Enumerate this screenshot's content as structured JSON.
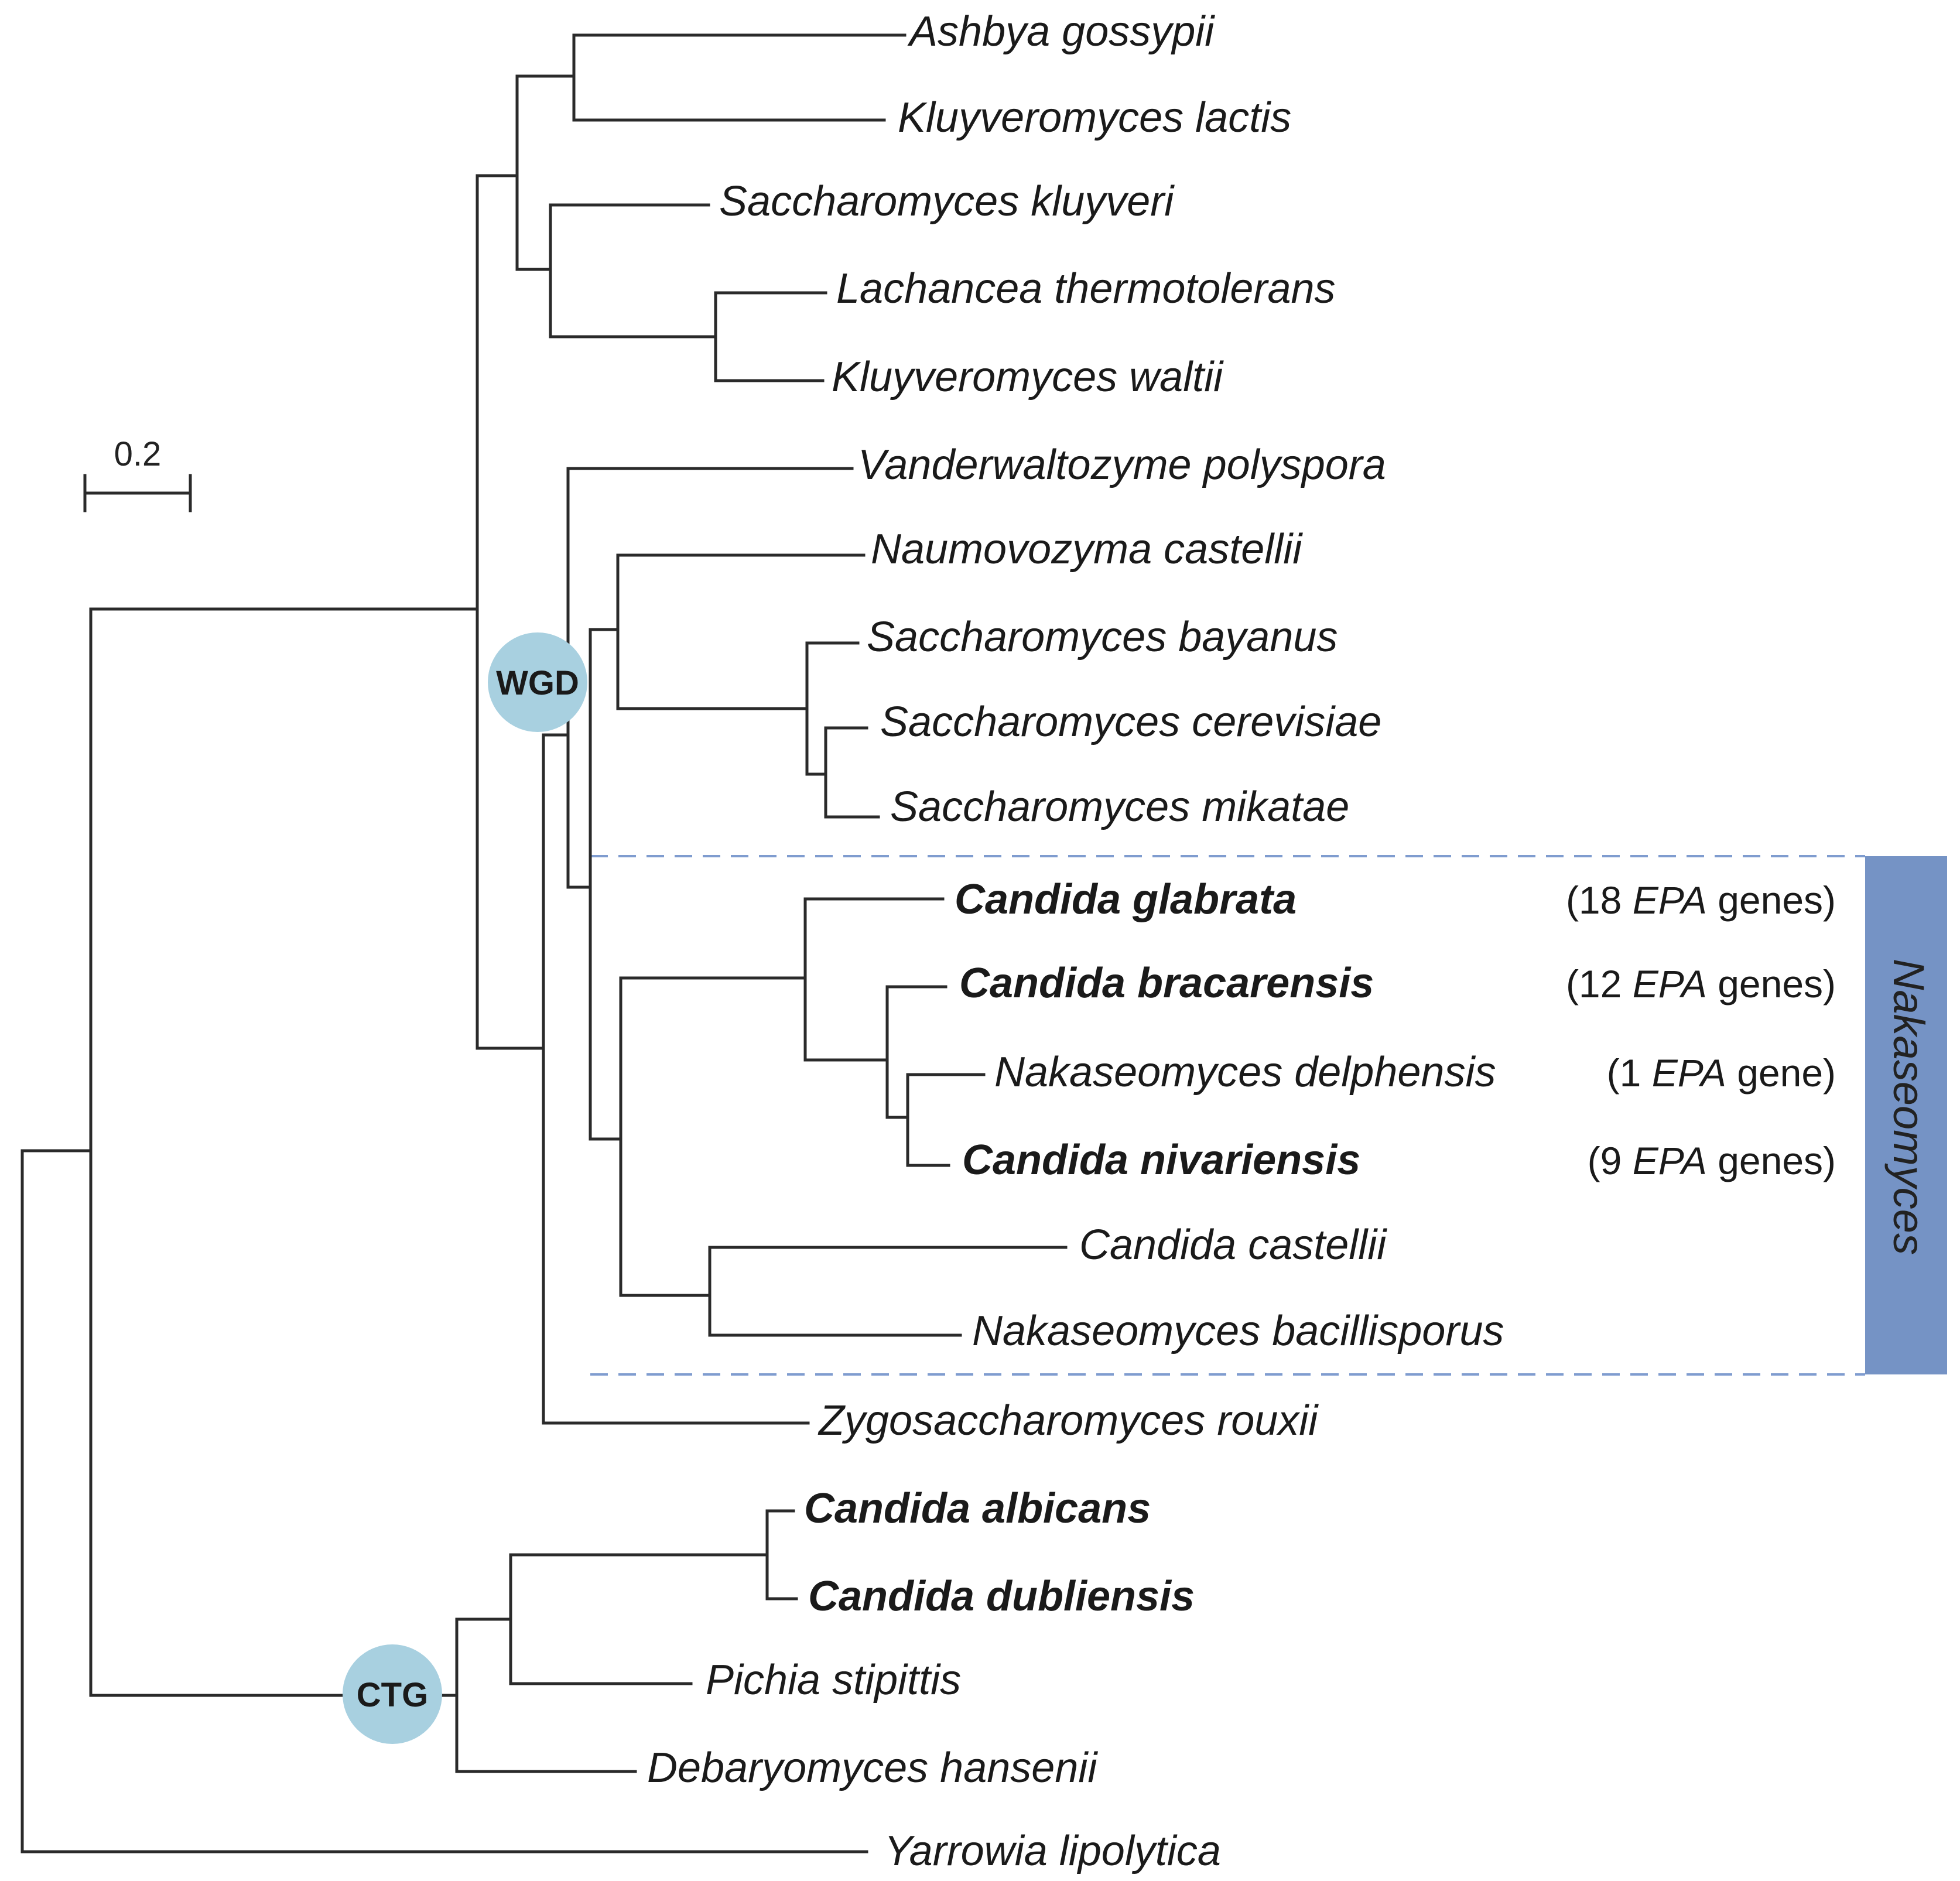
{
  "scale_bar": {
    "label": "0.2"
  },
  "nodes": {
    "wgd": {
      "label": "WGD",
      "color": "#a8d0e0"
    },
    "ctg": {
      "label": "CTG",
      "color": "#a8d0e0"
    }
  },
  "clade": {
    "label": "Nakaseomyces",
    "bar_color": "#7593c5",
    "dash_color": "#7f9ccf"
  },
  "taxa": [
    {
      "id": "ashbya-gossypii",
      "name": "Ashbya gossypii",
      "bold": false
    },
    {
      "id": "kluyveromyces-lactis",
      "name": "Kluyveromyces lactis",
      "bold": false
    },
    {
      "id": "saccharomyces-kluyveri",
      "name": "Saccharomyces kluyveri",
      "bold": false
    },
    {
      "id": "lachancea-thermotolerans",
      "name": "Lachancea thermotolerans",
      "bold": false
    },
    {
      "id": "kluyveromyces-waltii",
      "name": "Kluyveromyces waltii",
      "bold": false
    },
    {
      "id": "vanderwaltozyme-polyspora",
      "name": "Vanderwaltozyme polyspora",
      "bold": false
    },
    {
      "id": "naumovozyma-castellii",
      "name": "Naumovozyma castellii",
      "bold": false
    },
    {
      "id": "saccharomyces-bayanus",
      "name": "Saccharomyces bayanus",
      "bold": false
    },
    {
      "id": "saccharomyces-cerevisiae",
      "name": "Saccharomyces cerevisiae",
      "bold": false
    },
    {
      "id": "saccharomyces-mikatae",
      "name": "Saccharomyces mikatae",
      "bold": false
    },
    {
      "id": "candida-glabrata",
      "name": "Candida glabrata",
      "bold": true,
      "epa": {
        "pre": "(18 ",
        "italic": "EPA",
        "post": " genes)"
      }
    },
    {
      "id": "candida-bracarensis",
      "name": "Candida bracarensis",
      "bold": true,
      "epa": {
        "pre": "(12 ",
        "italic": "EPA",
        "post": " genes)"
      }
    },
    {
      "id": "nakaseomyces-delphensis",
      "name": "Nakaseomyces delphensis",
      "bold": false,
      "epa": {
        "pre": "(1 ",
        "italic": "EPA",
        "post": " gene)"
      }
    },
    {
      "id": "candida-nivariensis",
      "name": "Candida nivariensis",
      "bold": true,
      "epa": {
        "pre": "(9 ",
        "italic": "EPA",
        "post": " genes)"
      }
    },
    {
      "id": "candida-castellii",
      "name": "Candida castellii",
      "bold": false
    },
    {
      "id": "nakaseomyces-bacillisporus",
      "name": "Nakaseomyces bacillisporus",
      "bold": false
    },
    {
      "id": "zygosaccharomyces-rouxii",
      "name": "Zygosaccharomyces rouxii",
      "bold": false
    },
    {
      "id": "candida-albicans",
      "name": "Candida albicans",
      "bold": true
    },
    {
      "id": "candida-dubliensis",
      "name": "Candida dubliensis",
      "bold": true
    },
    {
      "id": "pichia-stipittis",
      "name": "Pichia stipittis",
      "bold": false
    },
    {
      "id": "debaryomyces-hansenii",
      "name": "Debaryomyces hansenii",
      "bold": false
    },
    {
      "id": "yarrowia-lipolytica",
      "name": "Yarrowia lipolytica",
      "bold": false
    }
  ]
}
